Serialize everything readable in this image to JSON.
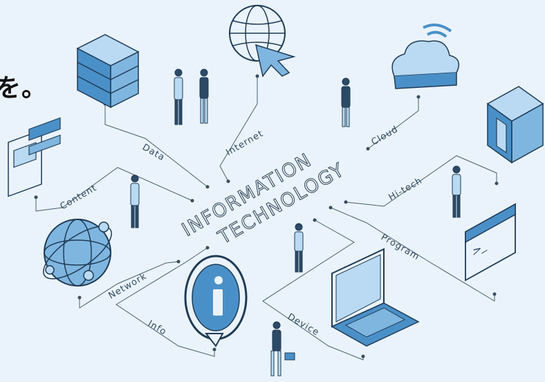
{
  "heading": "を。",
  "center": {
    "line1": "INFORMATION",
    "line2": "TECHNOLOGY"
  },
  "nodes": {
    "data": "Data",
    "internet": "Internet",
    "cloud": "Cloud",
    "content": "Content",
    "hitech": "Hi-tech",
    "program": "Program",
    "network": "Network",
    "info": "Info",
    "device": "Device"
  },
  "colors": {
    "background": "#eaf3fb",
    "accent": "#4a90c8",
    "accent_light": "#b9daf2",
    "dark": "#2c3e50"
  },
  "icons": [
    "server-icon",
    "globe-cursor-icon",
    "cloud-wifi-icon",
    "content-cards-icon",
    "microchip-icon",
    "code-window-icon",
    "atom-network-icon",
    "info-bubble-icon",
    "laptop-icon"
  ]
}
